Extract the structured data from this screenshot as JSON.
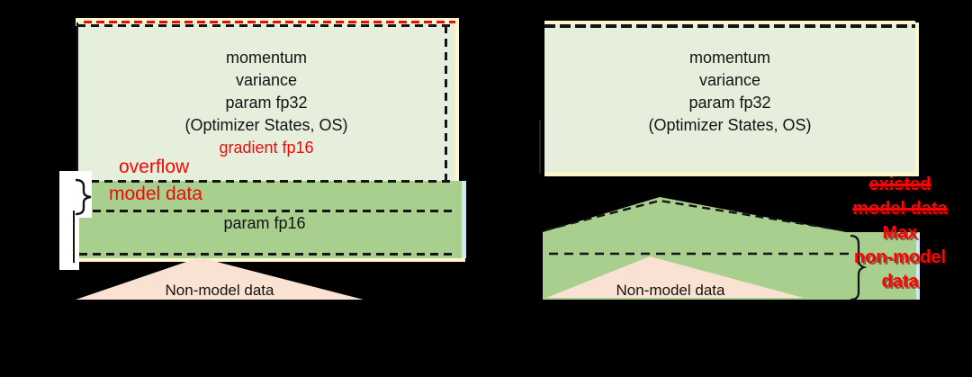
{
  "colors": {
    "ink": "#141414",
    "lightgreen": "#e5efdc",
    "darkgreen": "#a8cf8e",
    "pink": "#f9e2d2",
    "yellow": "#fdf6cd",
    "cyan": "#cde9f2",
    "red": "#f80606",
    "shadowred": "#640000"
  },
  "left": {
    "optimizer_lines": [
      "momentum",
      "variance",
      "param fp32",
      "(Optimizer States, OS)"
    ],
    "gradient_label": "gradient fp16",
    "overflow_label": "overflow",
    "model_data_label": "model data",
    "param_fp16_label": "param fp16",
    "non_model_label": "Non-model data"
  },
  "right": {
    "optimizer_lines": [
      "momentum",
      "variance",
      "param fp32",
      "(Optimizer States, OS)"
    ],
    "non_model_label": "Non-model data",
    "existed_label": "existed",
    "existed_label2": "model data",
    "max_lines": [
      "Max",
      "non-model",
      "data"
    ]
  }
}
